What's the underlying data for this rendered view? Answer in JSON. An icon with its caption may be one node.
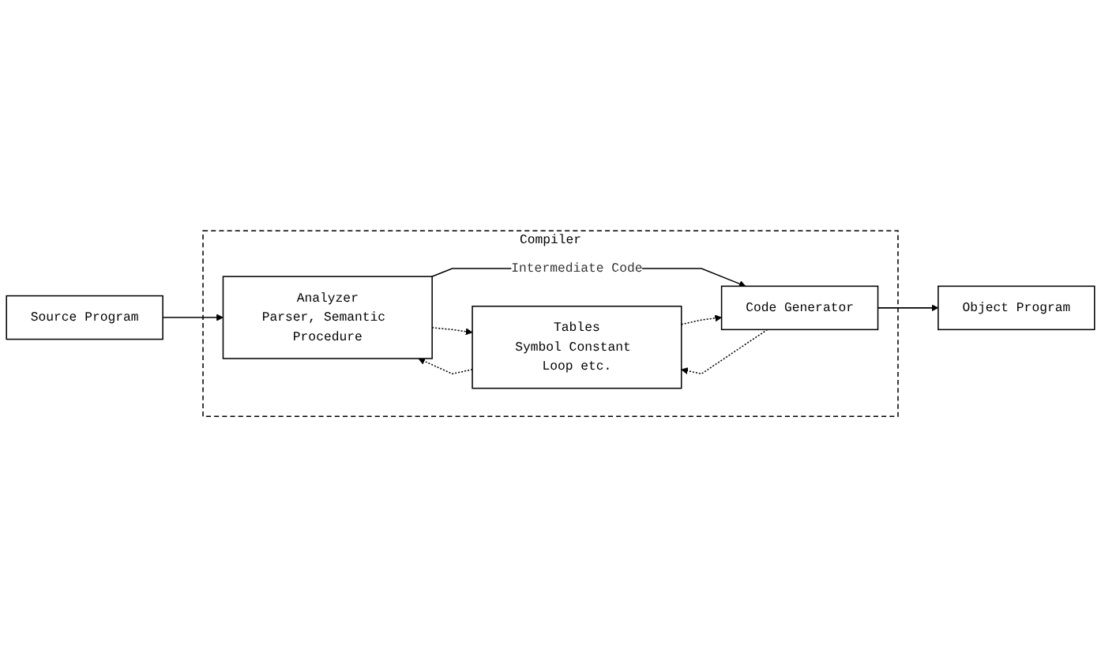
{
  "diagram": {
    "nodes": [
      {
        "text": [
          "Compiler"
        ]
      },
      {
        "text": [
          "Source Program"
        ]
      },
      {
        "text": [
          "Analyzer",
          "Parser, Semantic Procedure"
        ],
        "in": 0
      },
      {
        "text": [
          "Tables",
          "Symbol Constant Loop etc."
        ],
        "in": 0
      },
      {
        "text": [
          "Code Generator"
        ],
        "in": 0
      },
      {
        "text": [
          "Object Program"
        ]
      }
    ],
    "edges": [
      {
        "from": 1,
        "to": 2,
        "arrow": "to"
      },
      {
        "from": 2,
        "to": 3,
        "arrow": "to",
        "style": "dashed"
      },
      {
        "from": 3,
        "to": 2,
        "arrow": "to",
        "style": "dashed"
      },
      {
        "from": 2,
        "to": 4,
        "arrow": "to",
        "label": "Intermediate Code"
      },
      {
        "from": 4,
        "to": 3,
        "arrow": "to",
        "style": "dashed"
      },
      {
        "from": 3,
        "to": 4,
        "arrow": "to",
        "style": "dashed"
      },
      {
        "from": 4,
        "to": 5,
        "arrow": "to"
      }
    ]
  }
}
